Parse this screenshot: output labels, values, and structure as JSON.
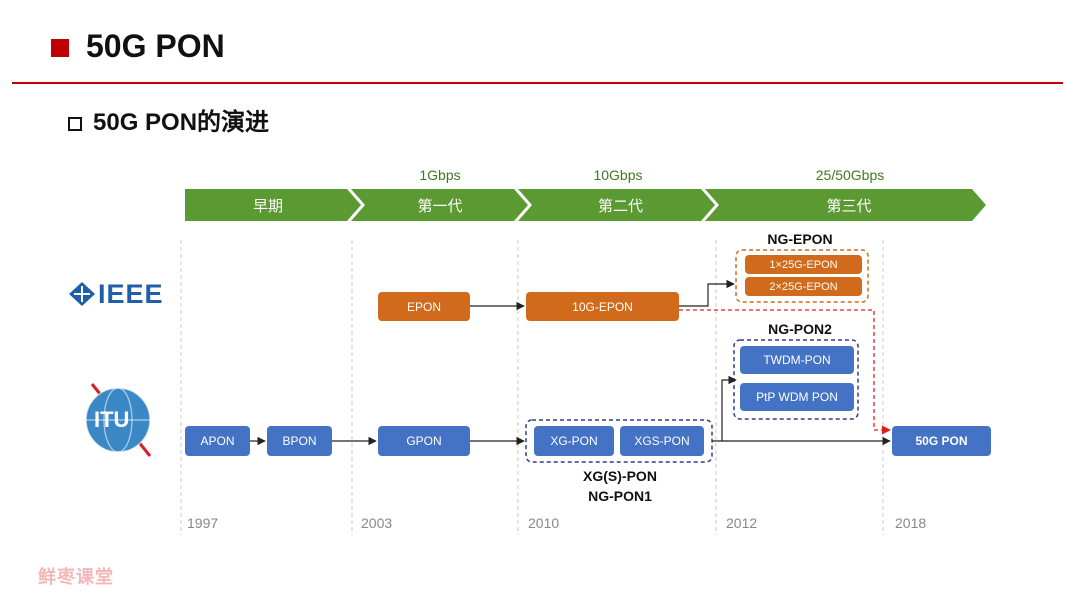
{
  "header": {
    "title": "50G PON",
    "subtitle": "50G PON的演进"
  },
  "timeline": {
    "phases": [
      {
        "label": "早期",
        "speed": ""
      },
      {
        "label": "第一代",
        "speed": "1Gbps"
      },
      {
        "label": "第二代",
        "speed": "10Gbps"
      },
      {
        "label": "第三代",
        "speed": "25/50Gbps"
      }
    ],
    "years": [
      "1997",
      "2003",
      "2010",
      "2012",
      "2018"
    ]
  },
  "logos": {
    "ieee": "IEEE",
    "itu": "ITU"
  },
  "ieee_nodes": {
    "epon": "EPON",
    "tenG_epon": "10G-EPON",
    "ng_epon_label": "NG-EPON",
    "epon_1x25": "1×25G-EPON",
    "epon_2x25": "2×25G-EPON"
  },
  "itu_nodes": {
    "apon": "APON",
    "bpon": "BPON",
    "gpon": "GPON",
    "xg_pon": "XG-PON",
    "xgs_pon": "XGS-PON",
    "xgs_group_label_1": "XG(S)-PON",
    "xgs_group_label_2": "NG-PON1",
    "ng_pon2_label": "NG-PON2",
    "twdm_pon": "TWDM-PON",
    "ptp_wdm_pon": "PtP WDM PON",
    "fifty_g_pon": "50G PON"
  },
  "watermark": "鲜枣课堂",
  "colors": {
    "accent_red": "#c00000",
    "arrow_green": "#5b9a32",
    "orange": "#d26a1b",
    "blue": "#4472c4"
  }
}
